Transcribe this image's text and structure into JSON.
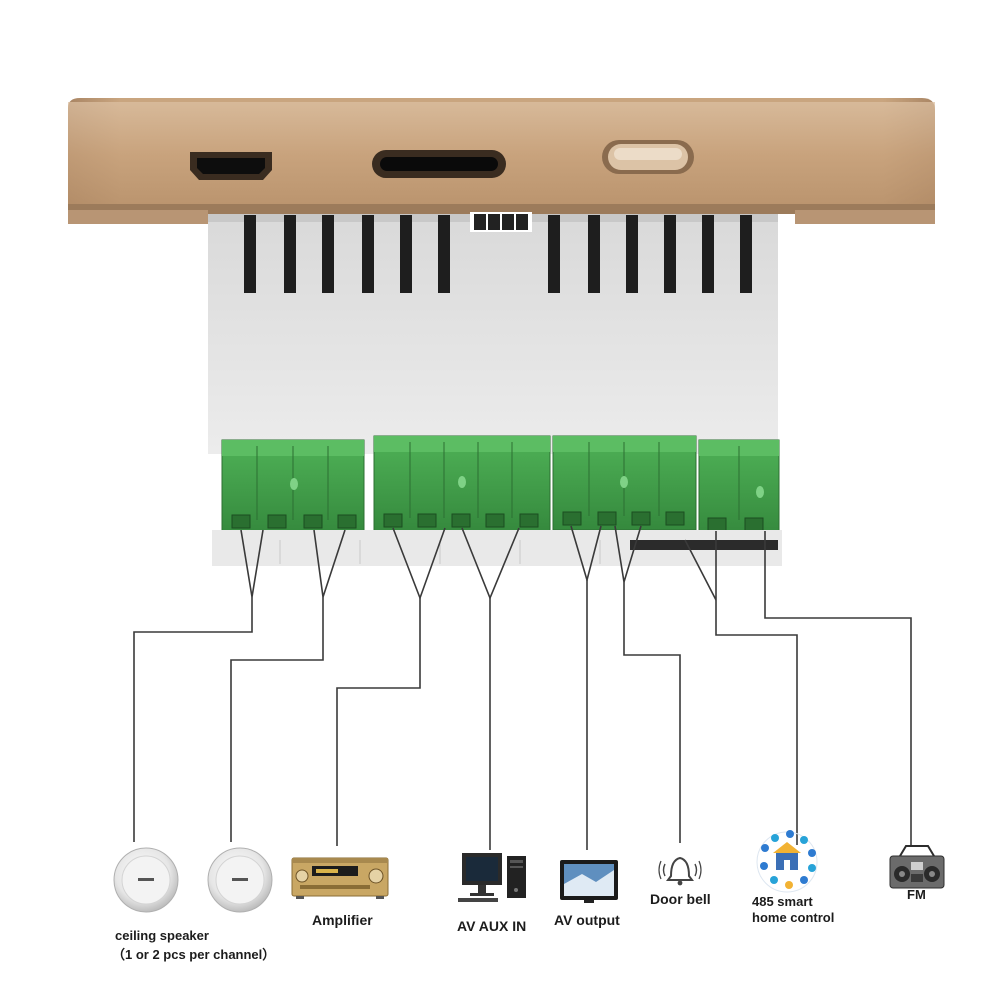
{
  "device": {
    "ports": [
      "hdmi-port",
      "tf-card-slot",
      "power-button"
    ],
    "terminal_blocks": [
      {
        "pins": 4,
        "color": "#3f9e48"
      },
      {
        "pins": 5,
        "color": "#3f9e48"
      },
      {
        "pins": 4,
        "color": "#3f9e48"
      },
      {
        "pins": 2,
        "color": "#3f9e48"
      }
    ],
    "colors": {
      "faceplate": "#c8a27c",
      "body": "#e4e4e4",
      "terminal": "#3f9e48",
      "wire": "#3a3a3a"
    }
  },
  "labels": {
    "ceiling_speaker_line1": "ceiling speaker",
    "ceiling_speaker_line2": "（1 or 2 pcs per channel）",
    "amplifier": "Amplifier",
    "av_aux_in": "AV AUX IN",
    "av_output": "AV output",
    "door_bell": "Door bell",
    "smart_home_line1": "485 smart",
    "smart_home_line2": "home control",
    "fm": "FM"
  },
  "icons": [
    "ceiling-speaker-icon",
    "amplifier-icon",
    "desktop-computer-icon",
    "tv-monitor-icon",
    "door-bell-icon",
    "smart-home-icon",
    "radio-icon"
  ]
}
